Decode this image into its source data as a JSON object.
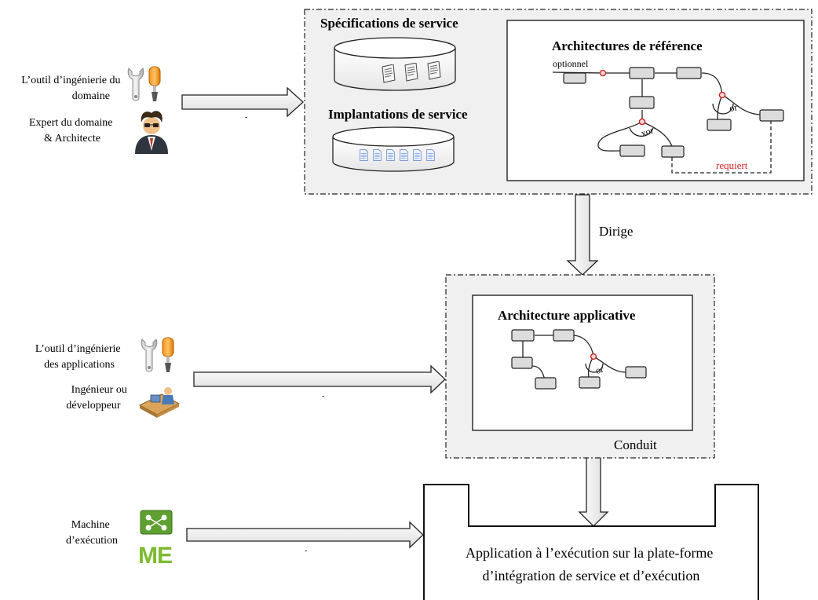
{
  "actors": {
    "domain_tool": "L’outil d’ingénierie du domaine",
    "domain_expert": "Expert du domaine & Architecte",
    "app_tool": "L’outil d’ingénierie des applications",
    "engineer": "Ingénieur ou développeur",
    "machine": "Machine d’exécution"
  },
  "domain_box": {
    "specs_title": "Spécifications de service",
    "impl_title": "Implantations de service",
    "ref_arch_title": "Architectures de référence",
    "optional_label": "optionnel",
    "xor_label": "xor",
    "or_label": "or",
    "requires_label": "requiert"
  },
  "app_box": {
    "title": "Architecture applicative",
    "or_label": "or"
  },
  "flows": {
    "drives": "Dirige",
    "leads": "Conduit",
    "arrow_mark": "-"
  },
  "runtime": {
    "line1": "Application à l’exécution sur la plate-forme",
    "line2": "d’intégration de service et d’exécution"
  },
  "me_logo": "ME",
  "colors": {
    "panel_fill": "#f0f0f0",
    "node_fill": "#dcdcdc",
    "variation_point": "#cc2222",
    "requires_text": "#d42020",
    "me_green": "#7dbb2f"
  }
}
